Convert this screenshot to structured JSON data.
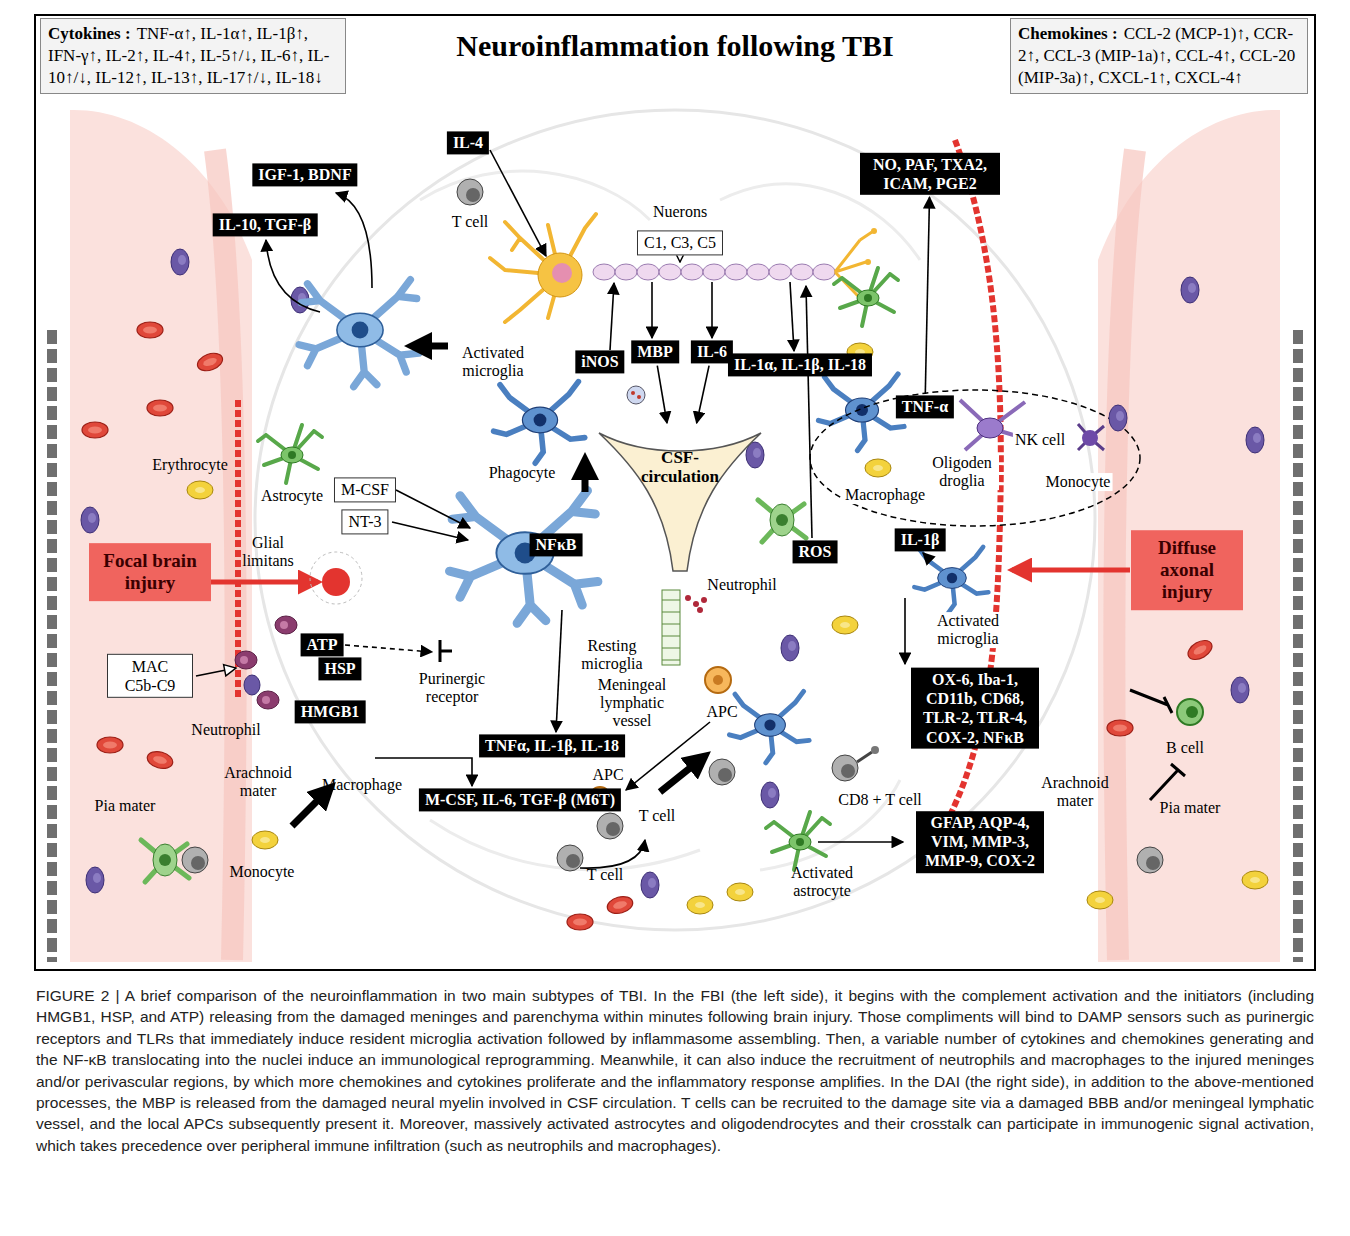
{
  "diagram": {
    "title": "Neuroinflammation following TBI",
    "caption": "FIGURE 2 | A brief comparison of the neuroinflammation in two main subtypes of TBI. In the FBI (the left side), it begins with the complement activation and the initiators (including HMGB1, HSP, and ATP) releasing from the damaged meninges and parenchyma within minutes following brain injury. Those compliments will bind to DAMP sensors such as purinergic receptors and TLRs that immediately induce resident microglia activation followed by inflammasome assembling. Then, a variable number of cytokines and chemokines generating and the NF-κB translocating into the nuclei induce an immunological reprogramming. Meanwhile, it can also induce the recruitment of neutrophils and macrophages to the injured meninges and/or perivascular regions, by which more chemokines and cytokines proliferate and the inflammatory response amplifies. In the DAI (the right side), in addition to the above-mentioned processes, the MBP is released from the damaged neural myelin involved in CSF circulation. T cells can be recruited to the damage site via a damaged BBB and/or meningeal lymphatic vessel, and the local APCs subsequently present it. Moreover, massively activated astrocytes and oligodendrocytes and their crosstalk can participate in immunogenic signal activation, which takes precedence over peripheral immune infiltration (such as neutrophils and macrophages).",
    "nodes": [
      {
        "text": [
          "Cytokines :",
          "TNF-α↑, IL-1α↑, IL-1β↑, IFN-γ↑, IL-2↑, IL-4↑, IL-5↑/↓, IL-6↑, IL-10↑/↓, IL-12↑, IL-13↑, IL-17↑/↓, IL-18↓"
        ]
      },
      {
        "text": [
          "Chemokines :",
          "CCL-2 (MCP-1)↑, CCR-2↑, CCL-3 (MIP-1a)↑, CCL-4↑, CCL-20 (MIP-3a)↑, CXCL-1↑, CXCL-4↑"
        ]
      },
      {
        "text": [
          "IL-4"
        ]
      },
      {
        "text": [
          "IGF-1, BDNF"
        ]
      },
      {
        "text": [
          "C1, C3, C5"
        ]
      },
      {
        "text": [
          "NO, PAF, TXA2, ICAM, PGE2"
        ]
      },
      {
        "text": [
          "IL-10, TGF-β"
        ]
      },
      {
        "text": [
          "iNOS"
        ]
      },
      {
        "text": [
          "MBP"
        ]
      },
      {
        "text": [
          "IL-6"
        ]
      },
      {
        "text": [
          "IL-1α, IL-1β, IL-18"
        ]
      },
      {
        "text": [
          "TNF-α"
        ]
      },
      {
        "text": [
          "CSF-circulation"
        ]
      },
      {
        "text": [
          "M-CSF"
        ]
      },
      {
        "text": [
          "NT-3"
        ]
      },
      {
        "text": [
          "NFκB"
        ]
      },
      {
        "text": [
          "IL-1β"
        ]
      },
      {
        "text": [
          "ROS"
        ]
      },
      {
        "text": [
          "Focal brain injury"
        ]
      },
      {
        "text": [
          "Diffuse axonal injury"
        ]
      },
      {
        "text": [
          "MAC C5b-C9"
        ]
      },
      {
        "text": [
          "ATP"
        ]
      },
      {
        "text": [
          "HSP"
        ]
      },
      {
        "text": [
          "HMGB1"
        ]
      },
      {
        "text": [
          "OX-6, Iba-1, CD11b, CD68, TLR-2, TLR-4, COX-2, NFκB"
        ]
      },
      {
        "text": [
          "TNFα, IL-1β, IL-18"
        ]
      },
      {
        "text": [
          "M-CSF, IL-6, TGF-β (M6T)"
        ]
      },
      {
        "text": [
          "GFAP, AQP-4, VIM, MMP-3, MMP-9, COX-2"
        ]
      }
    ],
    "edges": [
      {
        "from": 8,
        "to": 12,
        "arrow": "to"
      },
      {
        "from": 9,
        "to": 12,
        "arrow": "to"
      },
      {
        "from": 11,
        "to": 5,
        "arrow": "to"
      }
    ],
    "labels": [
      "Nuerons",
      "T cell",
      "Activated microglia",
      "Phagocyte",
      "Erythrocyte",
      "Astrocyte",
      "Glial limitans",
      "Resting microglia",
      "Purinergic receptor",
      "Neutrophil",
      "Arachnoid mater",
      "Pia mater",
      "Macrophage",
      "Monocyte",
      "Neutrophil",
      "Meningeal lymphatic vessel",
      "APC",
      "APC",
      "T cell",
      "T cell",
      "CD8 + T cell",
      "Activated astrocyte",
      "NK cell",
      "Oligoden droglia",
      "Macrophage",
      "Monocyte",
      "Activated microglia",
      "B cell",
      "Arachnoid mater",
      "Pia mater"
    ]
  }
}
